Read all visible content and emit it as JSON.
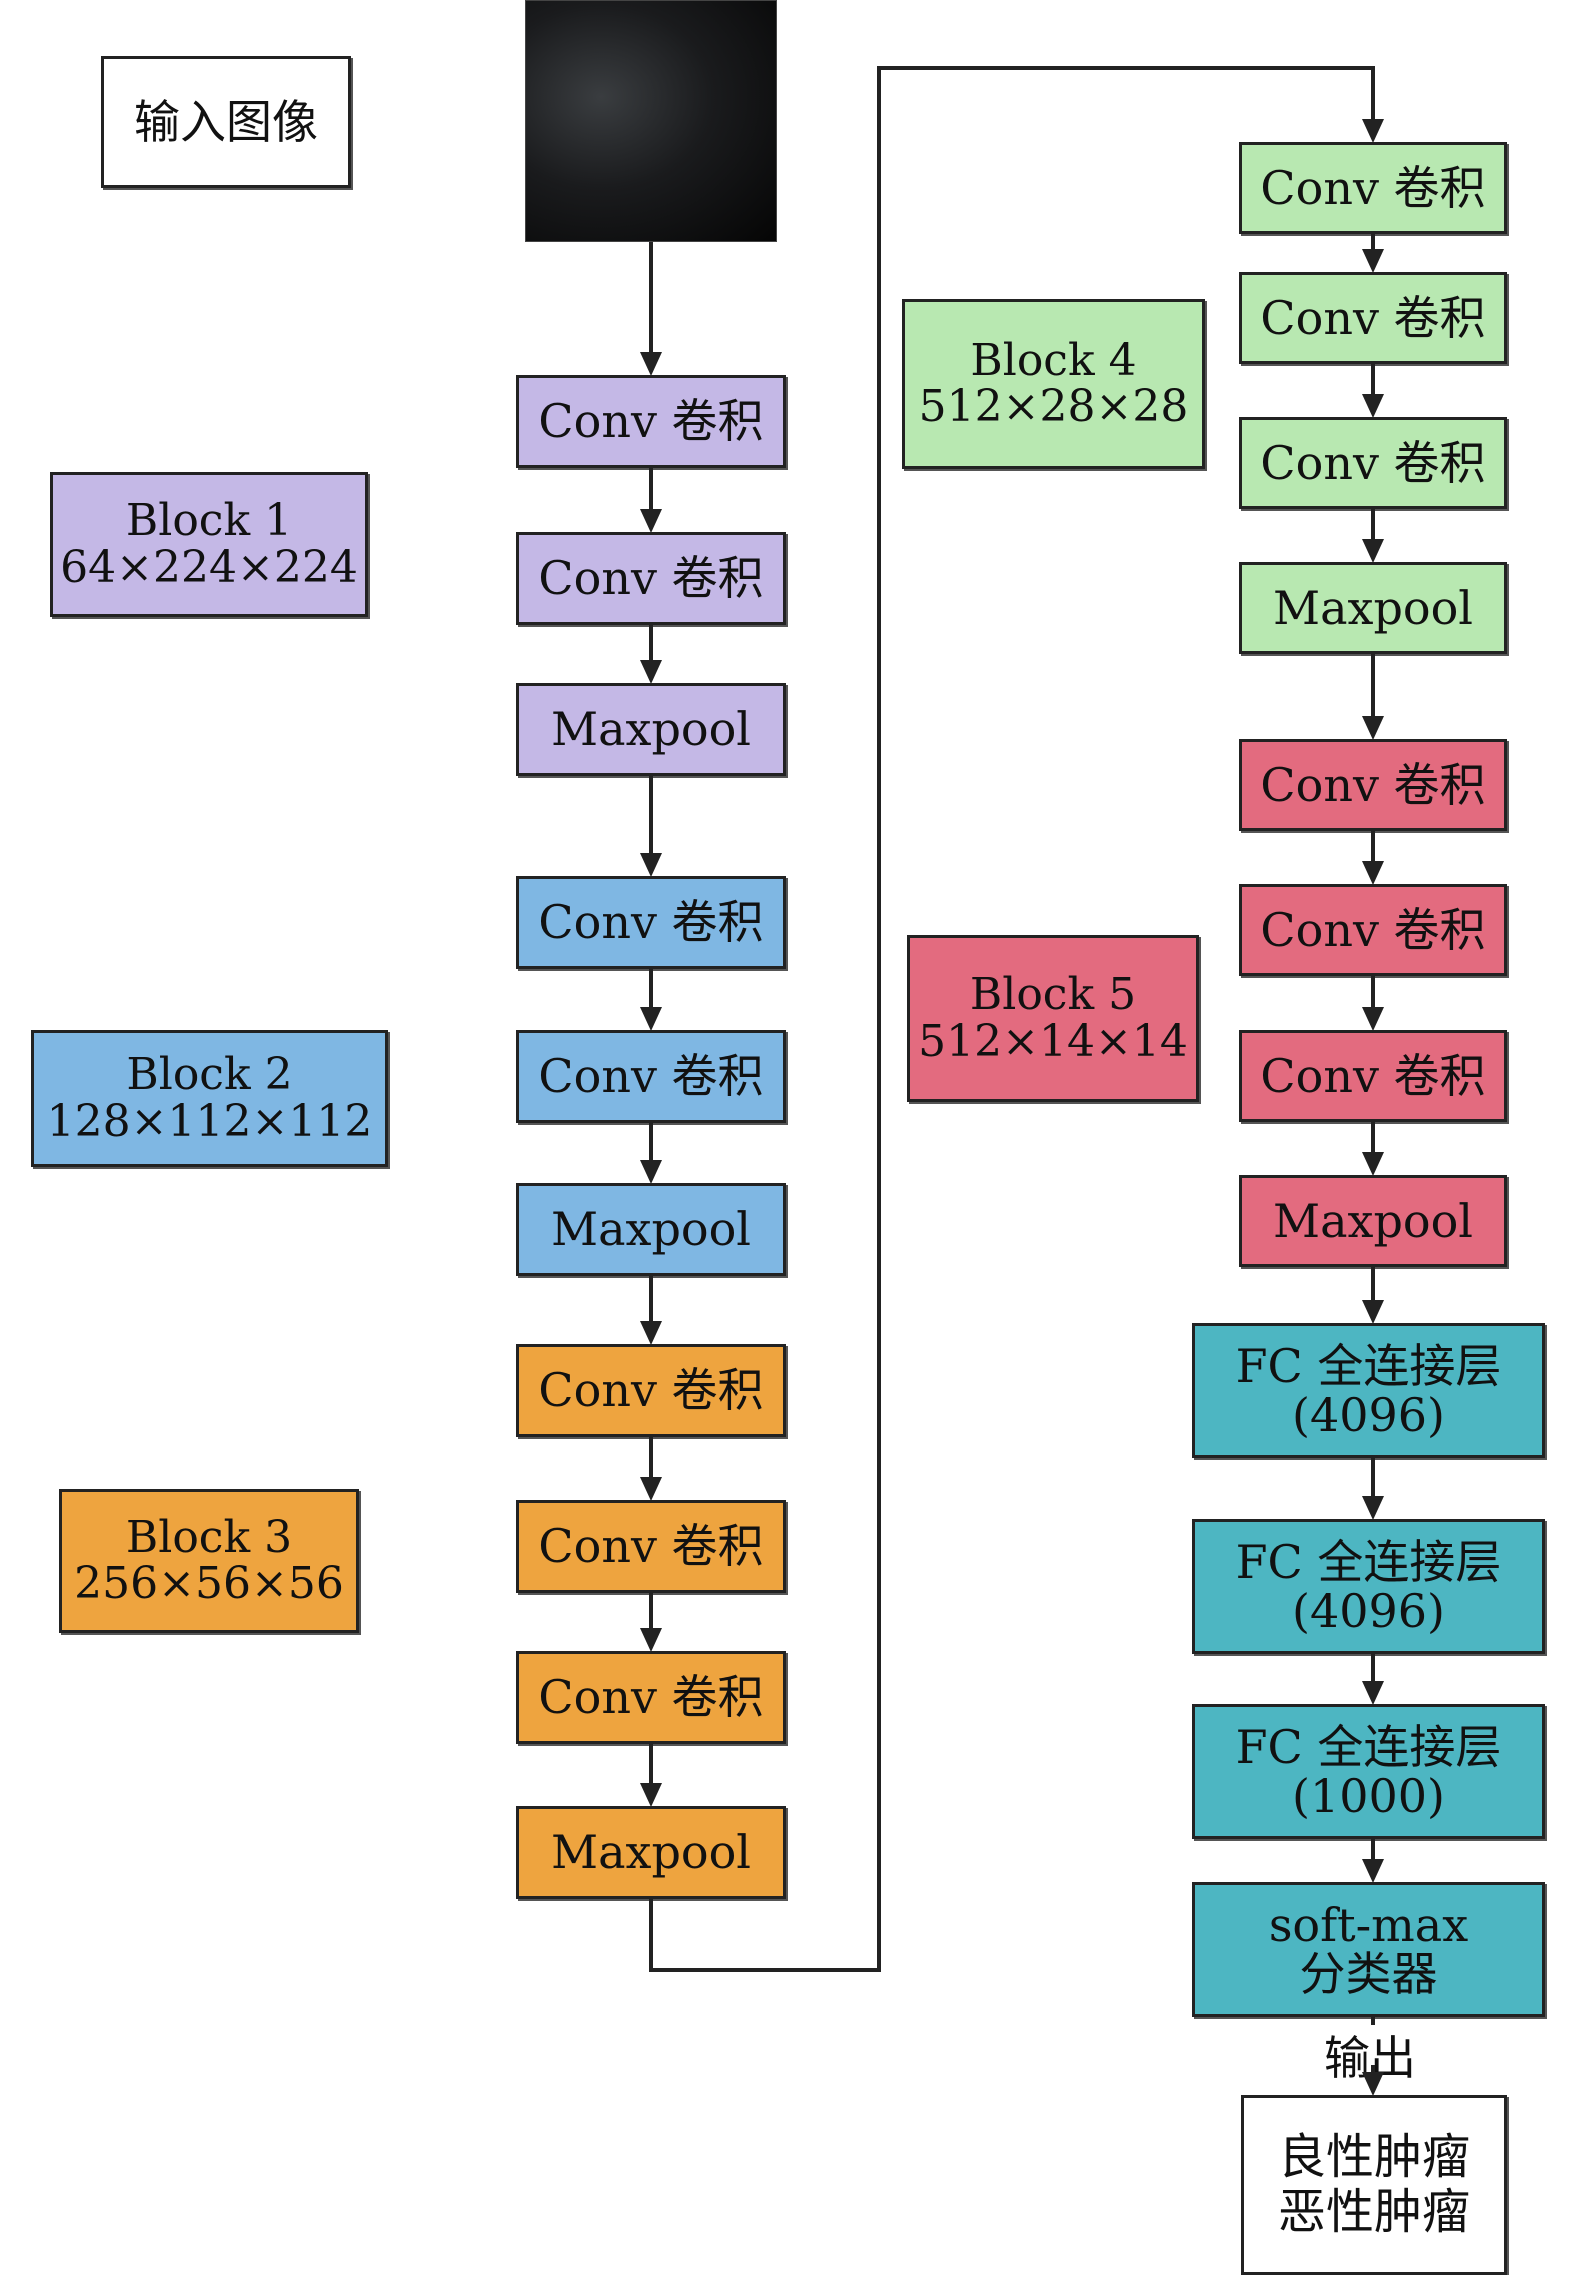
{
  "input": {
    "label": "输入图像"
  },
  "layers": {
    "conv": "Conv 卷积",
    "maxpool": "Maxpool"
  },
  "blocks": [
    {
      "name": "Block 1",
      "dims": "64×224×224",
      "color": "#c4b8e6"
    },
    {
      "name": "Block 2",
      "dims": "128×112×112",
      "color": "#7fb7e3"
    },
    {
      "name": "Block 3",
      "dims": "256×56×56",
      "color": "#eea43f"
    },
    {
      "name": "Block 4",
      "dims": "512×28×28",
      "color": "#b8e8b1"
    },
    {
      "name": "Block 5",
      "dims": "512×14×14",
      "color": "#e36b7f"
    }
  ],
  "fc_layers": [
    {
      "title": "FC 全连接层",
      "size": "(4096)"
    },
    {
      "title": "FC 全连接层",
      "size": "(4096)"
    },
    {
      "title": "FC 全连接层",
      "size": "(1000)"
    }
  ],
  "classifier": {
    "line1": "soft-max",
    "line2": "分类器",
    "color": "#4db6c2"
  },
  "output": {
    "label": "输出",
    "result_line1": "良性肿瘤",
    "result_line2": "恶性肿瘤"
  }
}
